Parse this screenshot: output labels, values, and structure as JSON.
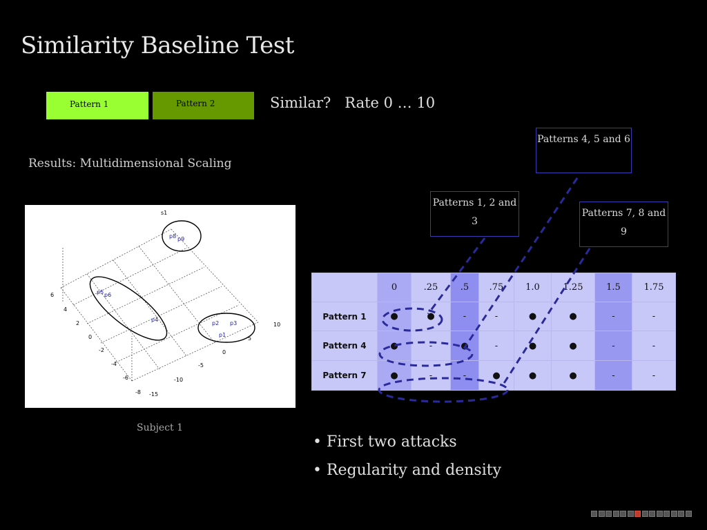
{
  "slide": {
    "title": "Similarity Baseline Test",
    "pattern_buttons": [
      "Pattern 1",
      "Pattern 2"
    ],
    "prompt": "Similar?   Rate 0 … 10",
    "results_heading": "Results: Multidimensional Scaling",
    "plot_caption": "Subject 1",
    "bullets": [
      "• First two attacks",
      "• Regularity and density"
    ]
  },
  "mds_plot": {
    "axis_title": "s1",
    "left_axis_ticks": [
      "6",
      "4",
      "2",
      "0",
      "-2",
      "-4",
      "-6",
      "-8"
    ],
    "bottom_axis_ticks": [
      "-15",
      "-10",
      "-5",
      "0",
      "5",
      "10"
    ],
    "point_labels": [
      "p5",
      "p6",
      "p4",
      "p8",
      "p9",
      "p2",
      "p3",
      "p1"
    ]
  },
  "callouts": [
    "Patterns 1, 2 and 3",
    "Patterns 4, 5 and 6",
    "Patterns 7, 8 and 9"
  ],
  "table": {
    "header": [
      "",
      "0",
      ".25",
      ".5",
      ".75",
      "1.0",
      "1.25",
      "1.5",
      "1.75"
    ],
    "rows": [
      {
        "label": "Pattern 1",
        "cells": [
          "●",
          "●",
          "-",
          "-",
          "●",
          "●",
          "-",
          "-"
        ]
      },
      {
        "label": "Pattern 4",
        "cells": [
          "●",
          "-",
          "●",
          "-",
          "●",
          "●",
          "-",
          "-"
        ]
      },
      {
        "label": "Pattern 7",
        "cells": [
          "●",
          "-",
          "-",
          "●",
          "●",
          "●",
          "-",
          "-"
        ]
      }
    ],
    "column_colors": [
      "#c8c8f8",
      "#aaaaf4",
      "#c8c8f8",
      "#8e8ef0",
      "#c8c8f8",
      "#c8c8f8",
      "#c8c8f8",
      "#9898f0",
      "#c8c8f8"
    ]
  },
  "colors": {
    "pattern1_button": "#99ff33",
    "pattern2_button": "#669900",
    "dashed_annotation": "#2a2a9a"
  },
  "navigation": {
    "slide_count": 14,
    "current_index": 6
  }
}
